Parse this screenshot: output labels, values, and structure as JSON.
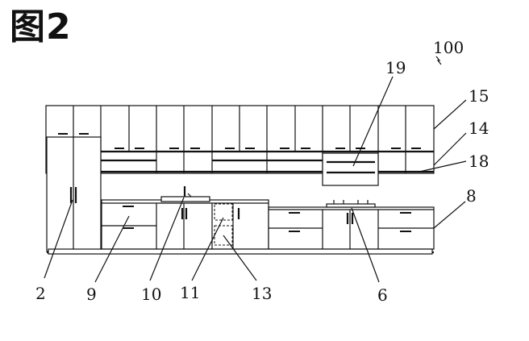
{
  "figure": {
    "title": "图2"
  },
  "reference_numerals": {
    "n100": "100",
    "n19": "19",
    "n15": "15",
    "n14": "14",
    "n18": "18",
    "n8": "8",
    "n2": "2",
    "n9": "9",
    "n10": "10",
    "n11": "11",
    "n13": "13",
    "n6": "6"
  }
}
